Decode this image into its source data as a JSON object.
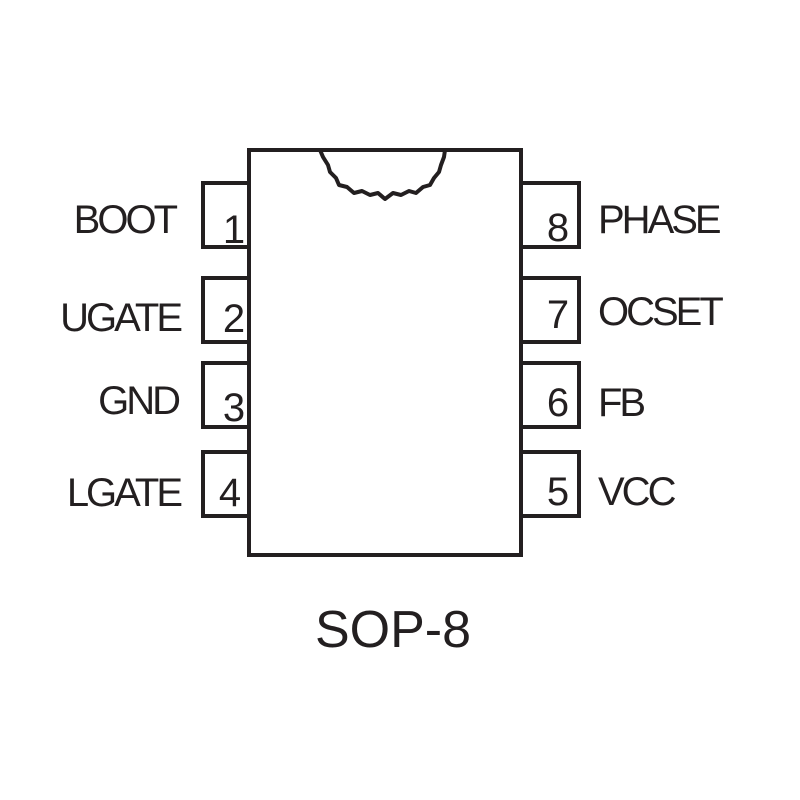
{
  "package": {
    "name": "SOP-8",
    "pins_left": [
      {
        "number": "1",
        "label": "BOOT"
      },
      {
        "number": "2",
        "label": "UGATE"
      },
      {
        "number": "3",
        "label": "GND"
      },
      {
        "number": "4",
        "label": "LGATE"
      }
    ],
    "pins_right": [
      {
        "number": "8",
        "label": "PHASE"
      },
      {
        "number": "7",
        "label": "OCSET"
      },
      {
        "number": "6",
        "label": "FB"
      },
      {
        "number": "5",
        "label": "VCC"
      }
    ],
    "line_color": "#231f20"
  }
}
